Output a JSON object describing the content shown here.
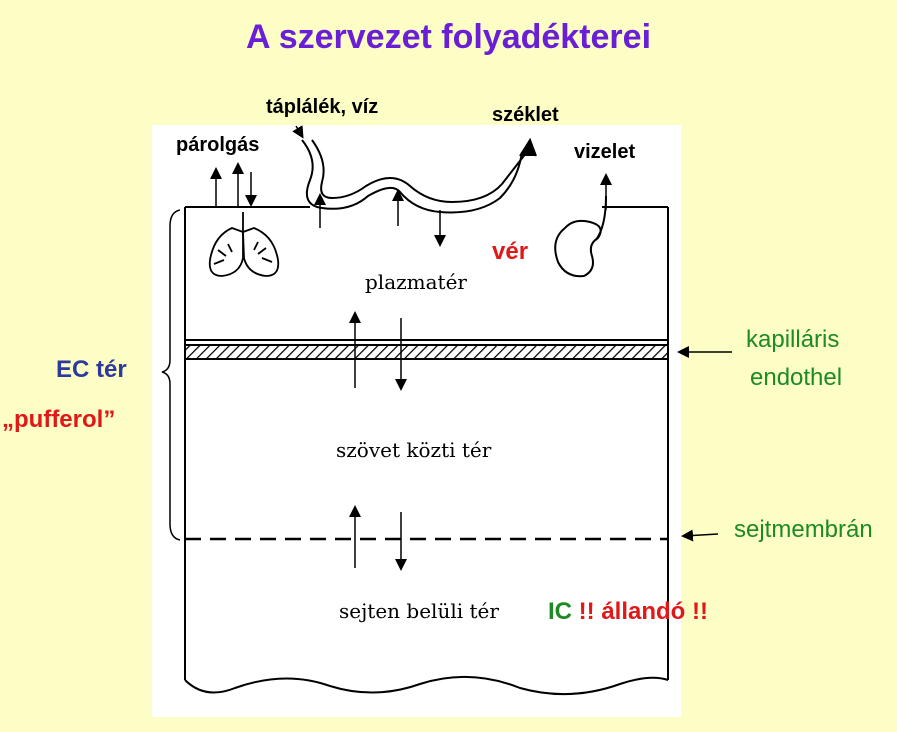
{
  "title": "A szervezet folyadékterei",
  "labels": {
    "taplalek": "táplálék, víz",
    "szeklet": "széklet",
    "parolgas": "párolgás",
    "vizelet": "vizelet",
    "ver": "vér",
    "plazmater": "plazmatér",
    "kapillaris": "kapilláris",
    "endothel": "endothel",
    "ec_ter": "EC tér",
    "pufferol": "„pufferol”",
    "szovet": "szövet közti tér",
    "sejtmembran": "sejtmembrán",
    "sejten_beluli": "sejten belüli tér",
    "ic": "IC",
    "allando": "!! állandó !!"
  },
  "colors": {
    "background": "#fdfdc6",
    "title": "#6a1fd6",
    "green": "#1d8a23",
    "red": "#e01818",
    "navy": "#2b3a9c"
  },
  "icons": [
    "lungs-icon",
    "kidney-icon",
    "gut-tube-icon"
  ]
}
